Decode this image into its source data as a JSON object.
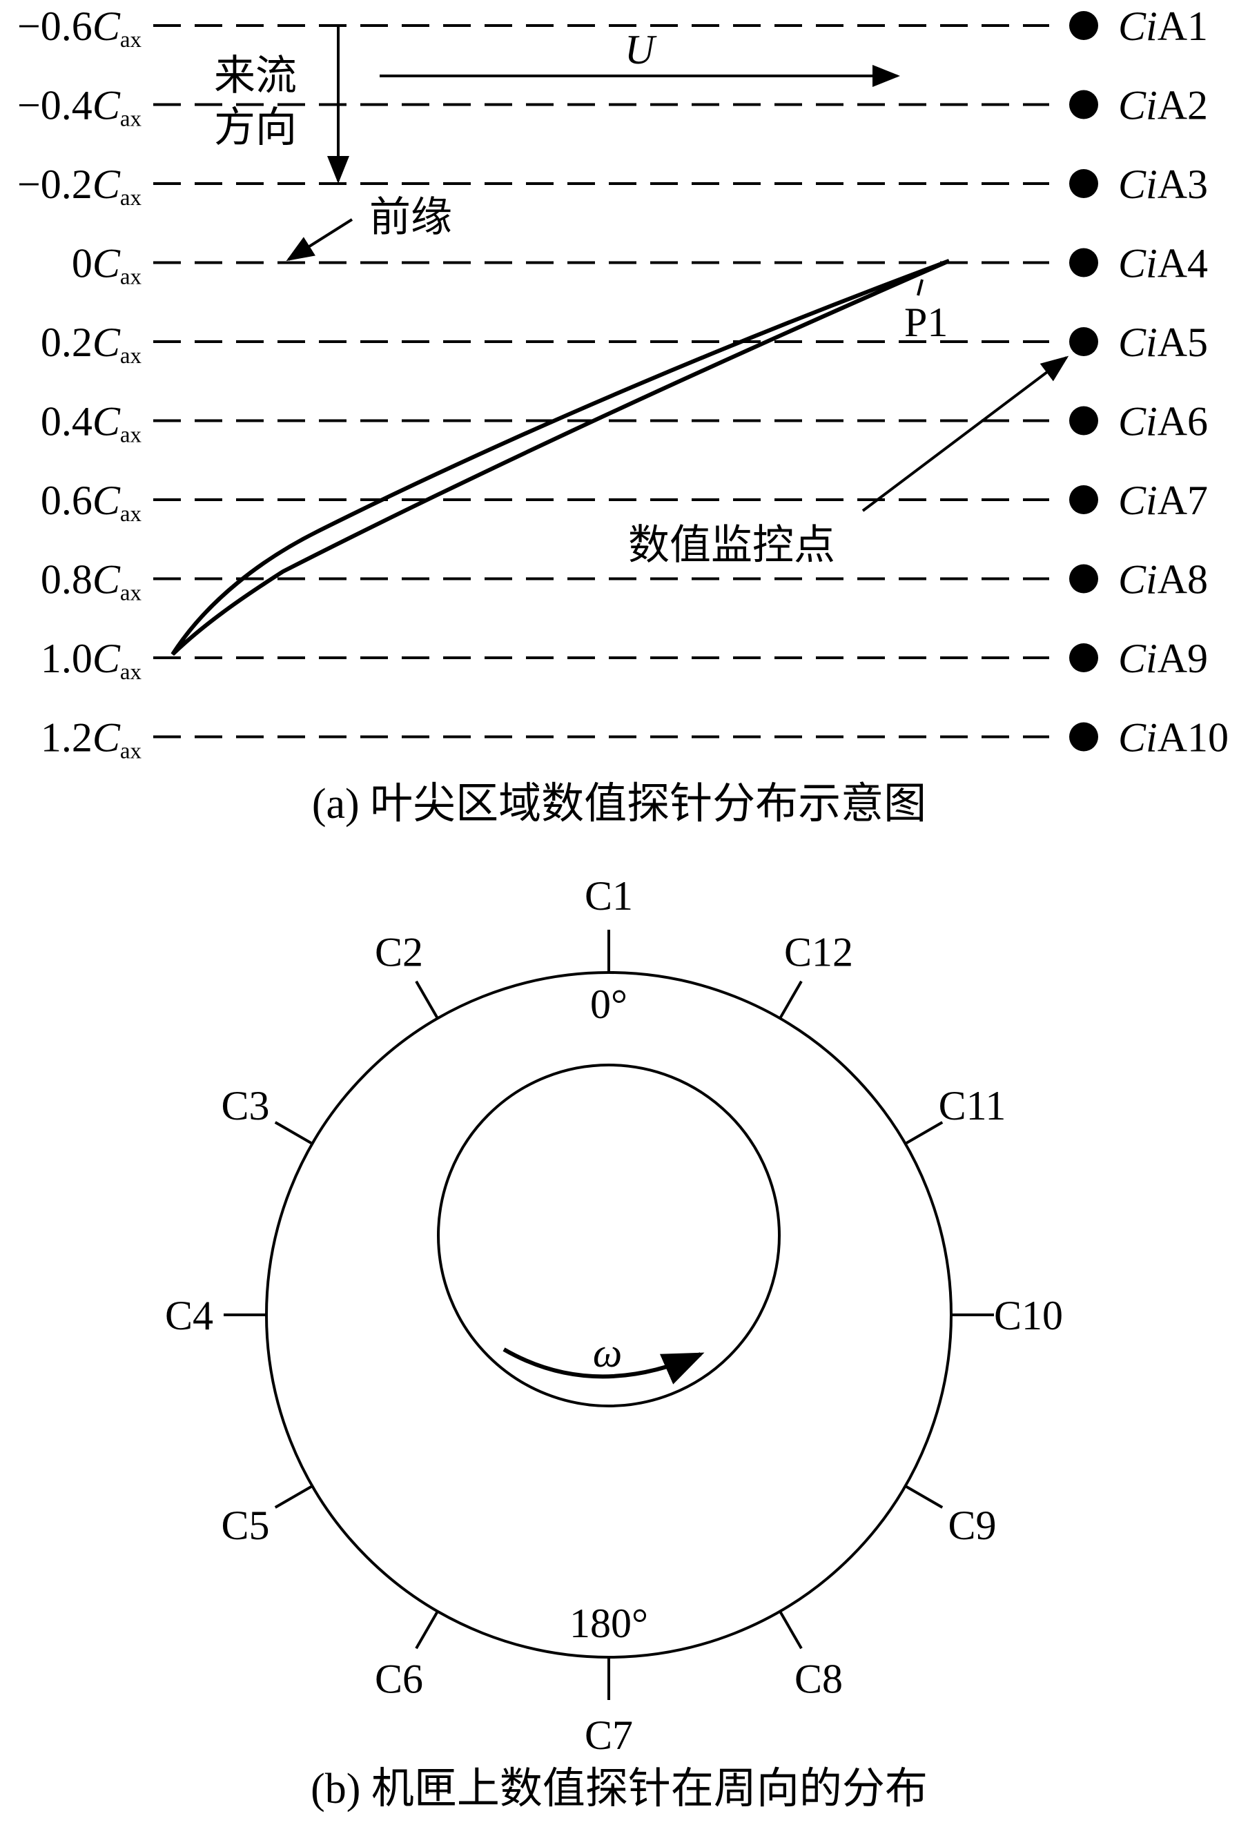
{
  "panel_a": {
    "rows": [
      {
        "num": "−0.6",
        "var": "C",
        "sub": "ax",
        "probe_pre": "Ci",
        "probe_post": "A1"
      },
      {
        "num": "−0.4",
        "var": "C",
        "sub": "ax",
        "probe_pre": "Ci",
        "probe_post": "A2"
      },
      {
        "num": "−0.2",
        "var": "C",
        "sub": "ax",
        "probe_pre": "Ci",
        "probe_post": "A3"
      },
      {
        "num": "0",
        "var": "C",
        "sub": "ax",
        "probe_pre": "Ci",
        "probe_post": "A4"
      },
      {
        "num": "0.2",
        "var": "C",
        "sub": "ax",
        "probe_pre": "Ci",
        "probe_post": "A5"
      },
      {
        "num": "0.4",
        "var": "C",
        "sub": "ax",
        "probe_pre": "Ci",
        "probe_post": "A6"
      },
      {
        "num": "0.6",
        "var": "C",
        "sub": "ax",
        "probe_pre": "Ci",
        "probe_post": "A7"
      },
      {
        "num": "0.8",
        "var": "C",
        "sub": "ax",
        "probe_pre": "Ci",
        "probe_post": "A8"
      },
      {
        "num": "1.0",
        "var": "C",
        "sub": "ax",
        "probe_pre": "Ci",
        "probe_post": "A9"
      },
      {
        "num": "1.2",
        "var": "C",
        "sub": "ax",
        "probe_pre": "Ci",
        "probe_post": "A10"
      }
    ],
    "inflow_line1": "来流",
    "inflow_line2": "方向",
    "velocity_label": "U",
    "leading_edge": "前缘",
    "point_label": "P1",
    "monitor_label": "数值监控点",
    "caption": "(a) 叶尖区域数值探针分布示意图"
  },
  "panel_b": {
    "probes": [
      "C1",
      "C2",
      "C3",
      "C4",
      "C5",
      "C6",
      "C7",
      "C8",
      "C9",
      "C10",
      "C11",
      "C12"
    ],
    "angle_top": "0°",
    "angle_bottom": "180°",
    "omega": "ω",
    "caption": "(b) 机匣上数值探针在周向的分布"
  }
}
